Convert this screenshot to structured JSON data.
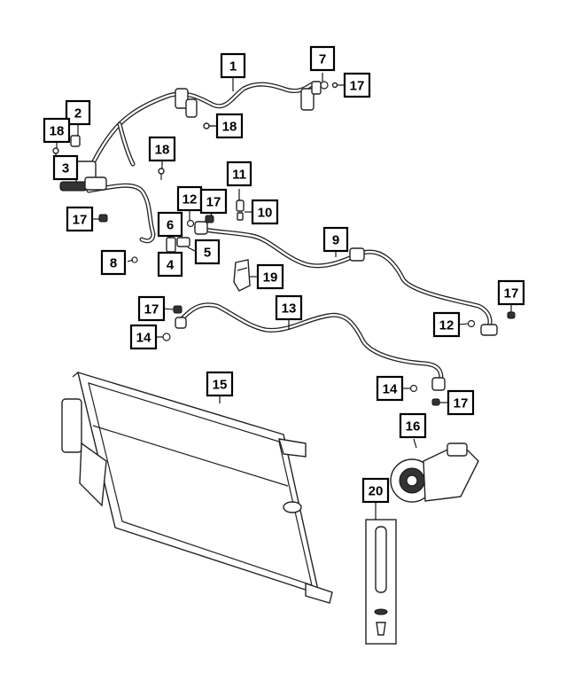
{
  "diagram": {
    "callouts": [
      {
        "id": "1",
        "label": "1"
      },
      {
        "id": "2",
        "label": "2"
      },
      {
        "id": "3",
        "label": "3"
      },
      {
        "id": "4",
        "label": "4"
      },
      {
        "id": "5",
        "label": "5"
      },
      {
        "id": "6",
        "label": "6"
      },
      {
        "id": "7",
        "label": "7"
      },
      {
        "id": "8",
        "label": "8"
      },
      {
        "id": "9",
        "label": "9"
      },
      {
        "id": "10",
        "label": "10"
      },
      {
        "id": "11",
        "label": "11"
      },
      {
        "id": "12a",
        "label": "12"
      },
      {
        "id": "12b",
        "label": "12"
      },
      {
        "id": "13",
        "label": "13"
      },
      {
        "id": "14a",
        "label": "14"
      },
      {
        "id": "14b",
        "label": "14"
      },
      {
        "id": "15",
        "label": "15"
      },
      {
        "id": "16",
        "label": "16"
      },
      {
        "id": "17a",
        "label": "17"
      },
      {
        "id": "17b",
        "label": "17"
      },
      {
        "id": "17c",
        "label": "17"
      },
      {
        "id": "17d",
        "label": "17"
      },
      {
        "id": "17e",
        "label": "17"
      },
      {
        "id": "17f",
        "label": "17"
      },
      {
        "id": "18a",
        "label": "18"
      },
      {
        "id": "18b",
        "label": "18"
      },
      {
        "id": "18c",
        "label": "18"
      },
      {
        "id": "19",
        "label": "19"
      },
      {
        "id": "20",
        "label": "20"
      }
    ]
  }
}
